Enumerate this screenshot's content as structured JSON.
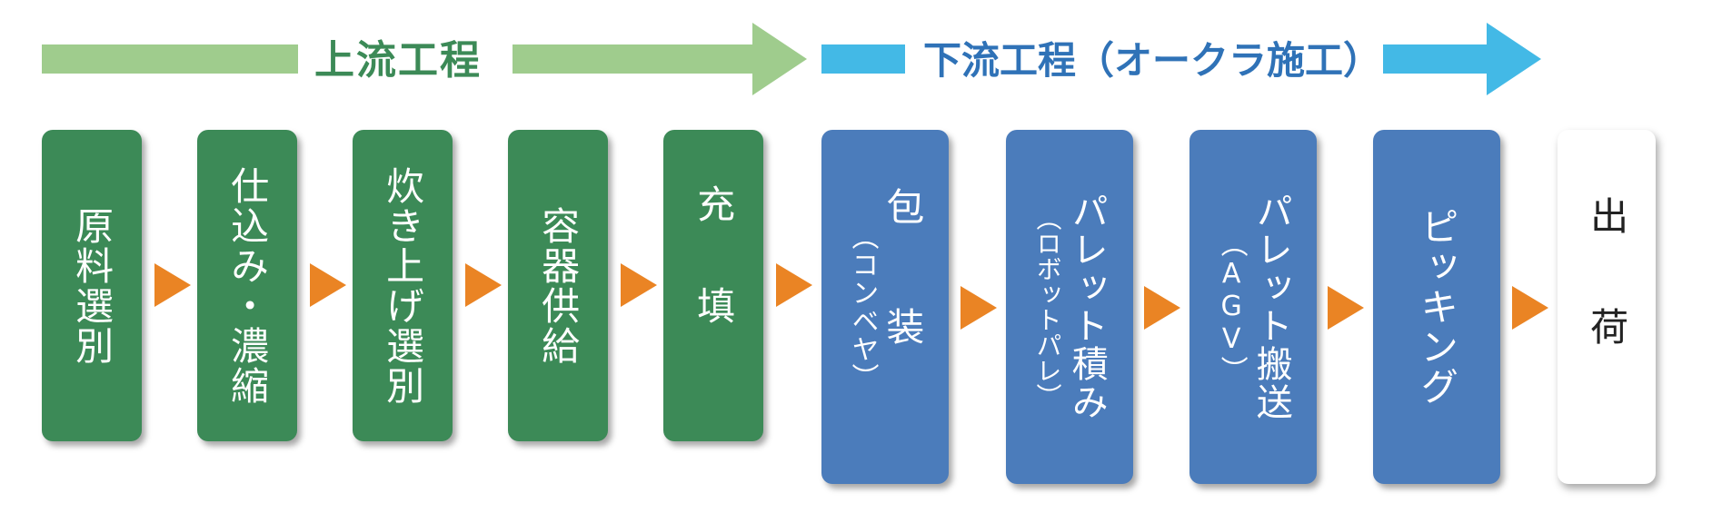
{
  "banners": {
    "upstream_label": "上流工程",
    "downstream_label": "下流工程（オークラ施工）"
  },
  "steps": [
    {
      "lines": [
        "原料選別"
      ],
      "stage": "upstream"
    },
    {
      "lines": [
        "仕込み・濃縮"
      ],
      "stage": "upstream"
    },
    {
      "lines": [
        "炊き上げ選別"
      ],
      "stage": "upstream"
    },
    {
      "lines": [
        "容器供給"
      ],
      "stage": "upstream"
    },
    {
      "lines": [
        "充填"
      ],
      "stage": "upstream"
    },
    {
      "lines": [
        "包装",
        "（コンベヤ）"
      ],
      "stage": "downstream"
    },
    {
      "lines": [
        "パレット積み",
        "（ロボットパレ）"
      ],
      "stage": "downstream"
    },
    {
      "lines": [
        "パレット搬送",
        "（AGV）"
      ],
      "stage": "downstream"
    },
    {
      "lines": [
        "ピッキング"
      ],
      "stage": "downstream"
    },
    {
      "lines": [
        "出荷"
      ],
      "stage": "shipping"
    }
  ],
  "colors": {
    "upstream_box": "#3c8a57",
    "upstream_arrow": "#9fcc8d",
    "downstream_box": "#4b7cbb",
    "downstream_arrow": "#43b9e6",
    "step_arrow": "#ea8424"
  }
}
